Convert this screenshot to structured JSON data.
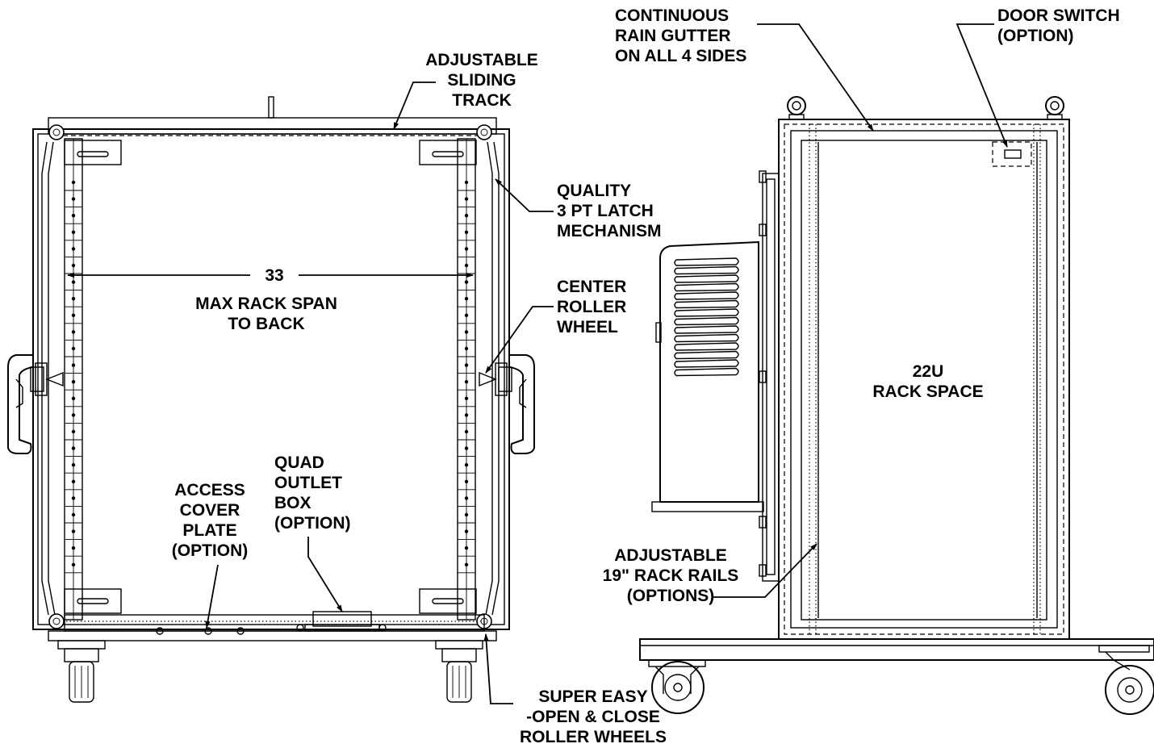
{
  "front_view": {
    "labels": {
      "sliding_track": [
        "ADJUSTABLE",
        "SLIDING",
        "TRACK"
      ],
      "latch": [
        "QUALITY",
        "3 PT LATCH",
        "MECHANISM"
      ],
      "span_value": "33",
      "span_text": [
        "MAX RACK SPAN",
        "TO BACK"
      ],
      "center_roller": [
        "CENTER",
        "ROLLER",
        "WHEEL"
      ],
      "quad_outlet": [
        "QUAD",
        "OUTLET",
        "BOX",
        "(OPTION)"
      ],
      "access_cover": [
        "ACCESS",
        "COVER",
        "PLATE",
        "(OPTION)"
      ],
      "roller_wheels": [
        "SUPER EASY",
        "-OPEN & CLOSE",
        "ROLLER WHEELS"
      ]
    }
  },
  "side_view": {
    "labels": {
      "rain_gutter": [
        "CONTINUOUS",
        "RAIN GUTTER",
        "ON ALL 4 SIDES"
      ],
      "door_switch": [
        "DOOR SWITCH",
        "(OPTION)"
      ],
      "rack_space": [
        "22U",
        "RACK SPACE"
      ],
      "rack_rails": [
        "ADJUSTABLE",
        "19\" RACK RAILS",
        "(OPTIONS)"
      ]
    }
  }
}
